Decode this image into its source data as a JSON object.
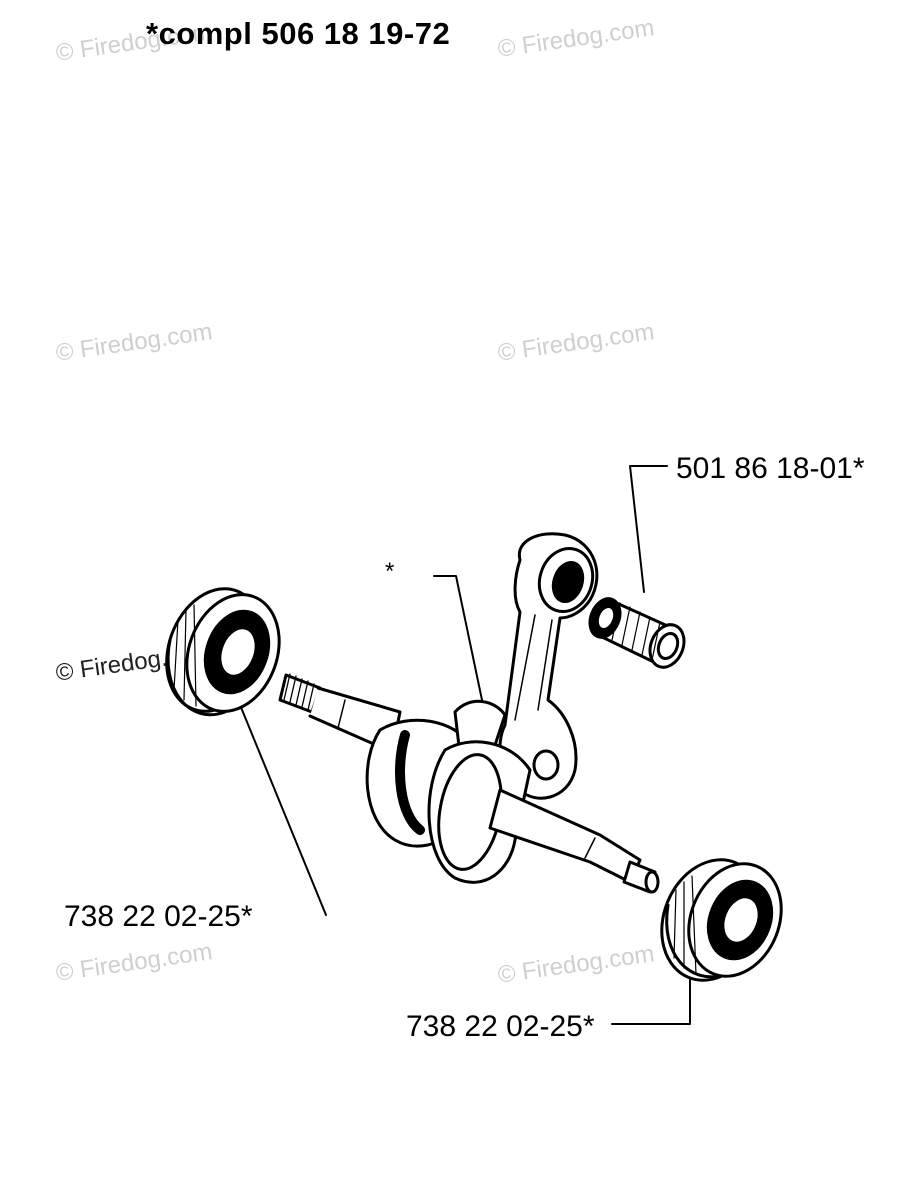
{
  "diagram": {
    "title": "*compl 506 18 19-72",
    "labels": {
      "needle_bearing": "501 86 18-01*",
      "conrod_marker": "*",
      "left_bearing": "738 22 02-25*",
      "right_bearing": "738 22 02-25*"
    },
    "watermark": "© Firedog.com"
  }
}
